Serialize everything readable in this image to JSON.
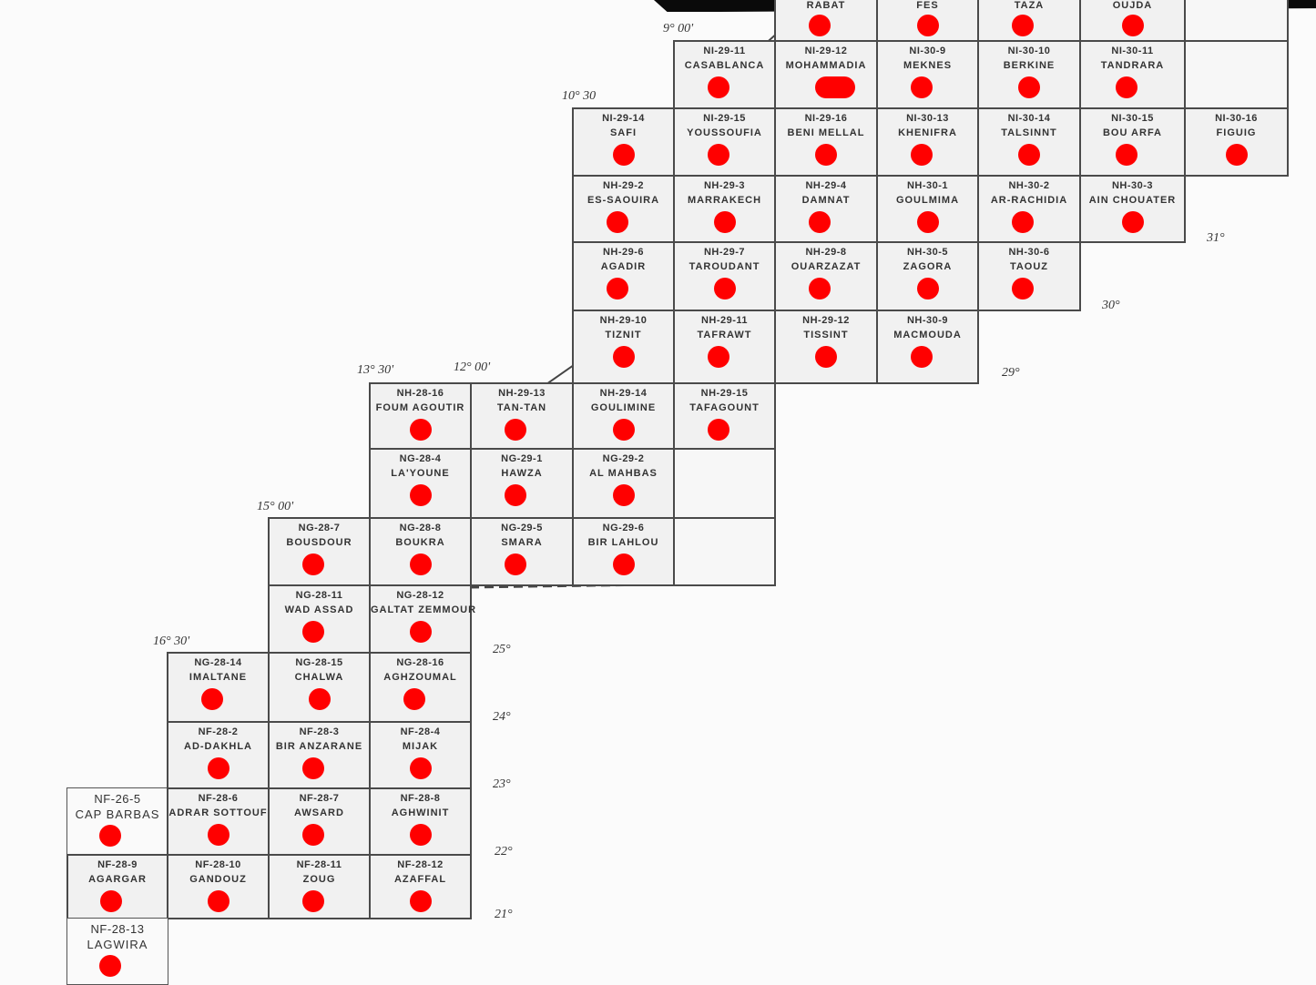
{
  "title": "Morocco 1:250,000 map sheet index",
  "marker_color": "#ff0000",
  "sheets": [
    {
      "code": "",
      "name": "RABAT"
    },
    {
      "code": "",
      "name": "FES"
    },
    {
      "code": "",
      "name": "TAZA"
    },
    {
      "code": "",
      "name": "OUJDA"
    },
    {
      "code": "NI-29-11",
      "name": "CASABLANCA"
    },
    {
      "code": "NI-29-12",
      "name": "MOHAMMADIA"
    },
    {
      "code": "NI-30-9",
      "name": "MEKNES"
    },
    {
      "code": "NI-30-10",
      "name": "BERKINE"
    },
    {
      "code": "NI-30-11",
      "name": "TANDRARA"
    },
    {
      "code": "NI-29-14",
      "name": "SAFI"
    },
    {
      "code": "NI-29-15",
      "name": "YOUSSOUFIA"
    },
    {
      "code": "NI-29-16",
      "name": "BENI MELLAL"
    },
    {
      "code": "NI-30-13",
      "name": "KHENIFRA"
    },
    {
      "code": "NI-30-14",
      "name": "TALSINNT"
    },
    {
      "code": "NI-30-15",
      "name": "BOU ARFA"
    },
    {
      "code": "NI-30-16",
      "name": "FIGUIG"
    },
    {
      "code": "NH-29-2",
      "name": "ES-SAOUIRA"
    },
    {
      "code": "NH-29-3",
      "name": "MARRAKECH"
    },
    {
      "code": "NH-29-4",
      "name": "DAMNAT"
    },
    {
      "code": "NH-30-1",
      "name": "GOULMIMA"
    },
    {
      "code": "NH-30-2",
      "name": "AR-RACHIDIA"
    },
    {
      "code": "NH-30-3",
      "name": "AIN CHOUATER"
    },
    {
      "code": "NH-29-6",
      "name": "AGADIR"
    },
    {
      "code": "NH-29-7",
      "name": "TAROUDANT"
    },
    {
      "code": "NH-29-8",
      "name": "OUARZAZAT"
    },
    {
      "code": "NH-30-5",
      "name": "ZAGORA"
    },
    {
      "code": "NH-30-6",
      "name": "TAOUZ"
    },
    {
      "code": "NH-29-10",
      "name": "TIZNIT"
    },
    {
      "code": "NH-29-11",
      "name": "TAFRAWT"
    },
    {
      "code": "NH-29-12",
      "name": "TISSINT"
    },
    {
      "code": "NH-30-9",
      "name": "MACMOUDA"
    },
    {
      "code": "NH-28-16",
      "name": "FOUM AGOUTIR"
    },
    {
      "code": "NH-29-13",
      "name": "TAN-TAN"
    },
    {
      "code": "NH-29-14",
      "name": "GOULIMINE"
    },
    {
      "code": "NH-29-15",
      "name": "TAFAGOUNT"
    },
    {
      "code": "NG-28-4",
      "name": "LA'YOUNE"
    },
    {
      "code": "NG-29-1",
      "name": "HAWZA"
    },
    {
      "code": "NG-29-2",
      "name": "AL MAHBAS"
    },
    {
      "code": "NG-28-7",
      "name": "BOUSDOUR"
    },
    {
      "code": "NG-28-8",
      "name": "BOUKRA"
    },
    {
      "code": "NG-29-5",
      "name": "SMARA"
    },
    {
      "code": "NG-29-6",
      "name": "BIR LAHLOU"
    },
    {
      "code": "NG-28-11",
      "name": "WAD ASSAD"
    },
    {
      "code": "NG-28-12",
      "name": "GALTAT ZEMMOUR"
    },
    {
      "code": "NG-28-14",
      "name": "IMALTANE"
    },
    {
      "code": "NG-28-15",
      "name": "CHALWA"
    },
    {
      "code": "NG-28-16",
      "name": "AGHZOUMAL"
    },
    {
      "code": "NF-28-2",
      "name": "AD-DAKHLA"
    },
    {
      "code": "NF-28-3",
      "name": "BIR ANZARANE"
    },
    {
      "code": "NF-28-4",
      "name": "MIJAK"
    },
    {
      "code": "NF-26-5",
      "name": "CAP BARBAS"
    },
    {
      "code": "NF-28-6",
      "name": "ADRAR SOTTOUF"
    },
    {
      "code": "NF-28-7",
      "name": "AWSARD"
    },
    {
      "code": "NF-28-8",
      "name": "AGHWINIT"
    },
    {
      "code": "NF-28-9",
      "name": "AGARGAR"
    },
    {
      "code": "NF-28-10",
      "name": "GANDOUZ"
    },
    {
      "code": "NF-28-11",
      "name": "ZOUG"
    },
    {
      "code": "NF-28-12",
      "name": "AZAFFAL"
    },
    {
      "code": "NF-28-13",
      "name": "LAGWIRA"
    }
  ],
  "longitude_labels": [
    "9° 00'",
    "10° 30",
    "13° 30'",
    "12° 00'",
    "15° 00'",
    "16° 30'"
  ],
  "latitude_labels": [
    "31°",
    "30°",
    "29°",
    "25°",
    "24°",
    "23°",
    "22°",
    "21°"
  ]
}
